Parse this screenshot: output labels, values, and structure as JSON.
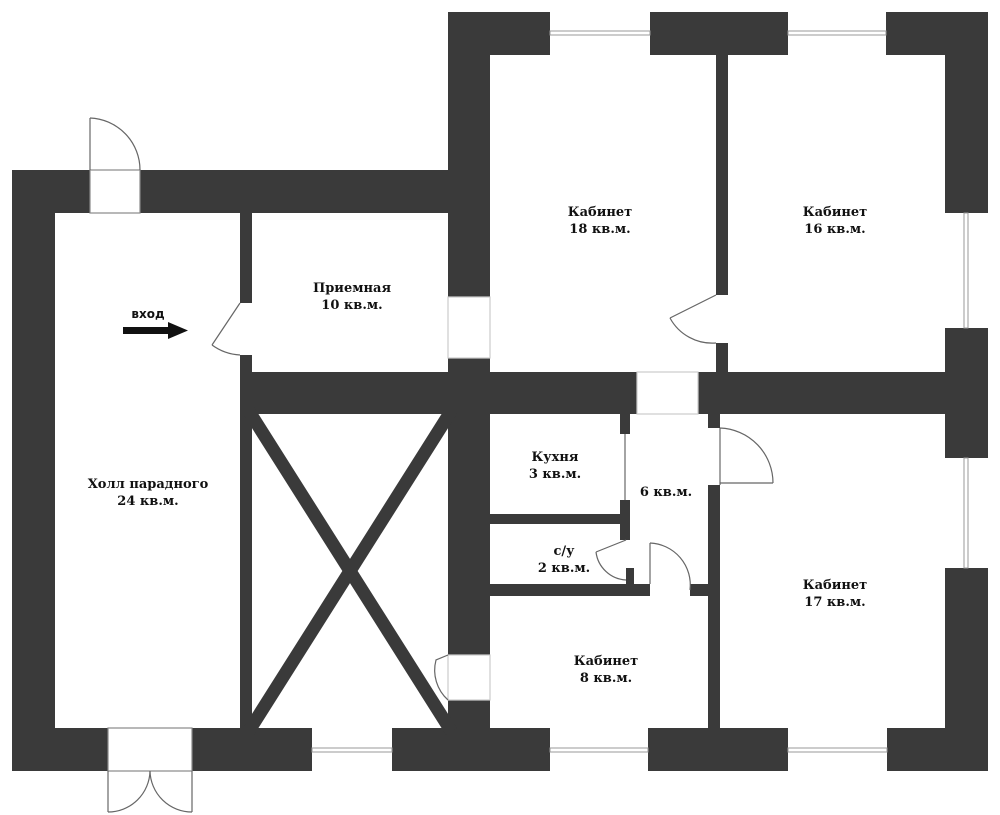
{
  "colors": {
    "wall": "#3a3a3a",
    "window": "#ffffff",
    "window_line": "#9a9a9a",
    "door": "#666666",
    "text": "#111111"
  },
  "entry": {
    "label": "вход",
    "icon": "arrow-right-icon"
  },
  "rooms": [
    {
      "id": "hall",
      "name": "Холл парадного",
      "area": "24 кв.м."
    },
    {
      "id": "reception",
      "name": "Приемная",
      "area": "10 кв.м."
    },
    {
      "id": "office18",
      "name": "Кабинет",
      "area": "18 кв.м."
    },
    {
      "id": "office16",
      "name": "Кабинет",
      "area": "16 кв.м."
    },
    {
      "id": "kitchen",
      "name": "Кухня",
      "area": "3 кв.м."
    },
    {
      "id": "corridor",
      "name": "",
      "area": "6 кв.м."
    },
    {
      "id": "wc",
      "name": "с/у",
      "area": "2 кв.м."
    },
    {
      "id": "office17",
      "name": "Кабинет",
      "area": "17 кв.м."
    },
    {
      "id": "office8",
      "name": "Кабинет",
      "area": "8 кв.м."
    }
  ]
}
